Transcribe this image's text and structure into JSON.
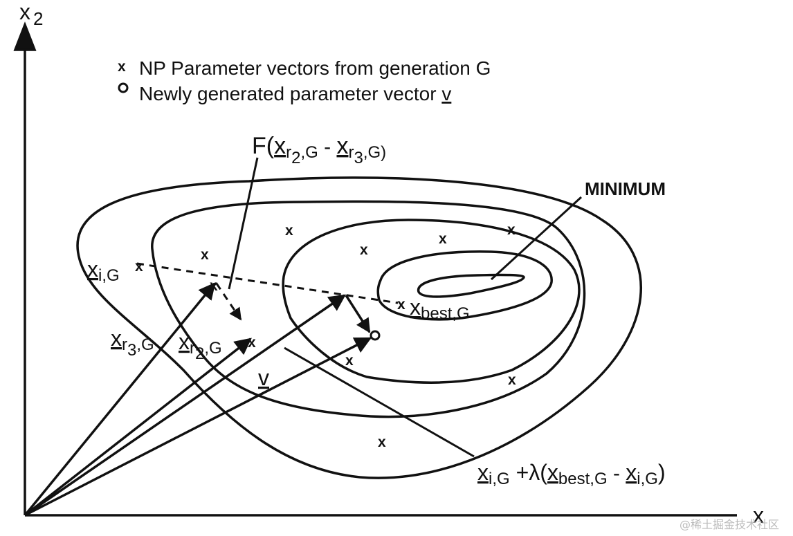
{
  "axes": {
    "y_label": "x",
    "y_sub": "2",
    "x_label": "x"
  },
  "legend": {
    "item1_marker": "x",
    "item1_text": "NP Parameter vectors from generation G",
    "item2_text": "Newly generated parameter vector ",
    "item2_symbol": "v"
  },
  "labels": {
    "diff_F": "F(",
    "diff_x": "x",
    "diff_sub1": "r",
    "diff_subsub1": "2",
    "diff_comma": ",G",
    "diff_minus": " - ",
    "diff_sub2": "r",
    "diff_subsub2": "3",
    "diff_close": ",G)",
    "minimum": "MINIMUM",
    "xi_x": "x",
    "xi_sub": "i,G",
    "xr3_x": "x",
    "xr3_sub1": "r",
    "xr3_sub2": "3",
    "xr3_sub3": ",G",
    "xr2_x": "x",
    "xr2_sub1": "r",
    "xr2_sub2": "2",
    "xr2_sub3": ",G",
    "v": "v",
    "xbest_x": "x",
    "xbest_sub": "best,G",
    "formula_x": "x",
    "formula_sub1": "i,G",
    "formula_plus": " +λ(",
    "formula_xbest": "x",
    "formula_sub2": "best,G",
    "formula_minus": " - ",
    "formula_xi": "x",
    "formula_sub3": "i,G",
    "formula_close": ")"
  },
  "points": {
    "marker": "x"
  },
  "watermark": "@稀土掘金技术社区"
}
